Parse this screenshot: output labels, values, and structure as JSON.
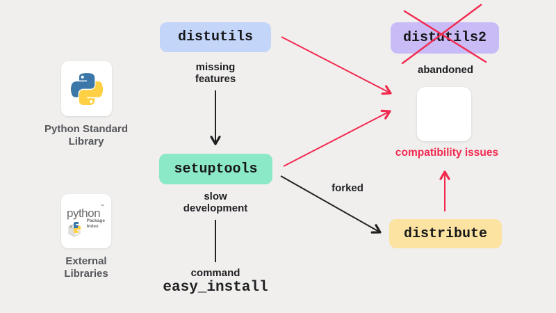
{
  "colors": {
    "background": "#f0efee",
    "red": "#f2294e",
    "black": "#212121",
    "node_text": "#17181a",
    "side_label_gray": "#55565a"
  },
  "sidebar": {
    "python_standard": {
      "icon": "python-logo",
      "label_line1": "Python Standard",
      "label_line2": "Library"
    },
    "pypi": {
      "icon": "pypi-logo",
      "brand": "python",
      "tm": "™",
      "sub_line1": "Package",
      "sub_line2": "Index",
      "label_line1": "External",
      "label_line2": "Libraries"
    }
  },
  "nodes": {
    "distutils": {
      "label": "distutils",
      "bg": "#c4d5fa"
    },
    "distutils2": {
      "label": "distutils2",
      "bg": "#c9bcf6",
      "crossed_out": true
    },
    "setuptools": {
      "label": "setuptools",
      "bg": "#8ce9c7"
    },
    "distribute": {
      "label": "distribute",
      "bg": "#fce3a1"
    }
  },
  "annotations": {
    "missing_features": {
      "line1": "missing",
      "line2": "features"
    },
    "slow_development": {
      "line1": "slow",
      "line2": "development"
    },
    "command": {
      "caption": "command",
      "code": "easy_install"
    },
    "forked": "forked",
    "abandoned": "abandoned",
    "compatibility": "compatibility issues"
  }
}
